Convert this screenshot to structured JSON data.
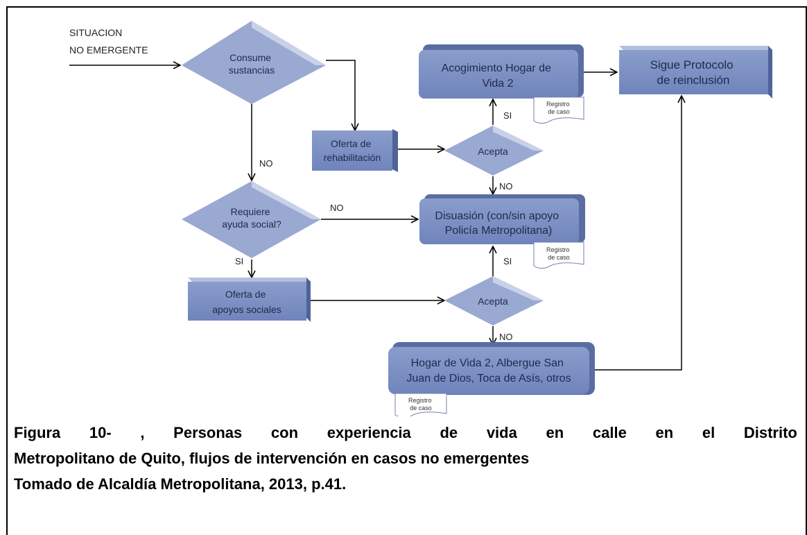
{
  "diagram": {
    "entry_label": [
      "SITUACION",
      "NO EMERGENTE"
    ],
    "nodes": {
      "consume": [
        "Consume",
        "sustancias"
      ],
      "oferta_rehab": [
        "Oferta de",
        "rehabilitación"
      ],
      "acepta_top": [
        "Acepta"
      ],
      "acogimiento": [
        "Acogimiento Hogar de",
        "Vida 2"
      ],
      "protocolo": [
        "Sigue Protocolo",
        "de reinclusión"
      ],
      "requiere": [
        "Requiere",
        "ayuda social?"
      ],
      "disuasion": [
        "Disuasión (con/sin apoyo",
        "Policía Metropolitana)"
      ],
      "oferta_apoyos": [
        "Oferta de",
        "apoyos sociales"
      ],
      "acepta_bottom": [
        "Acepta"
      ],
      "hogar": [
        "Hogar de Vida 2, Albergue San",
        "Juan de Dios, Toca de Asís, otros"
      ]
    },
    "registro_label": [
      "Registro",
      "de caso"
    ],
    "edge_labels": {
      "consume_no": "NO",
      "requiere_no": "NO",
      "requiere_si": "SI",
      "acepta_top_si": "SI",
      "acepta_top_no": "NO",
      "acepta_bottom_si": "SI",
      "acepta_bottom_no": "NO"
    }
  },
  "caption": {
    "line1_words": [
      "Figura",
      "10-",
      ",",
      "Personas",
      "con",
      "experiencia",
      "de",
      "vida",
      "en",
      "calle",
      "en",
      "el",
      "Distrito"
    ],
    "line2": "Metropolitano de Quito, flujos de intervención en casos no emergentes",
    "line3": "Tomado de Alcaldía Metropolitana, 2013, p.41."
  },
  "colors": {
    "node_fill": "#7f93c4",
    "node_dark": "#5a6da3",
    "diamond_fill": "#9aa9d2",
    "diamond_light": "#c9d1e8",
    "line": "#000000"
  }
}
